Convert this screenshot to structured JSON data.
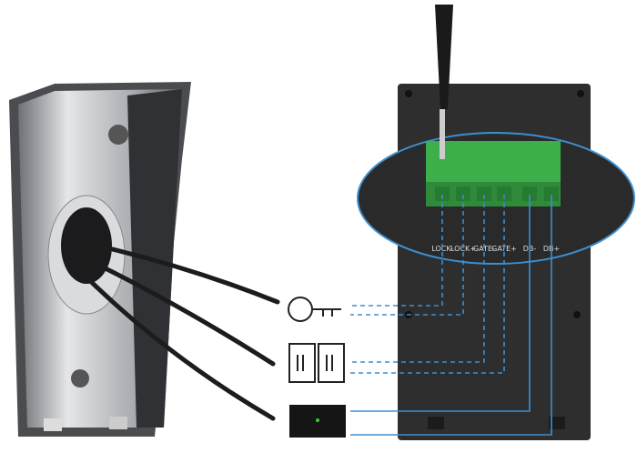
{
  "terminals": [
    "LOCK-",
    "LOCK+",
    "GATE-",
    "GATE+",
    "DB-",
    "DB+"
  ],
  "groups": [
    {
      "name": "lock",
      "icon": "key-icon"
    },
    {
      "name": "gate",
      "icon": "gate-icon"
    },
    {
      "name": "doorbell",
      "icon": "doorbell-button-icon"
    }
  ],
  "colors": {
    "panel": "#2e2e2e",
    "terminal_block": "#3cae4a",
    "wire_blue": "#3b8fd0",
    "ellipse_stroke": "#3d8fcf",
    "metal": "#b9bcc0"
  }
}
